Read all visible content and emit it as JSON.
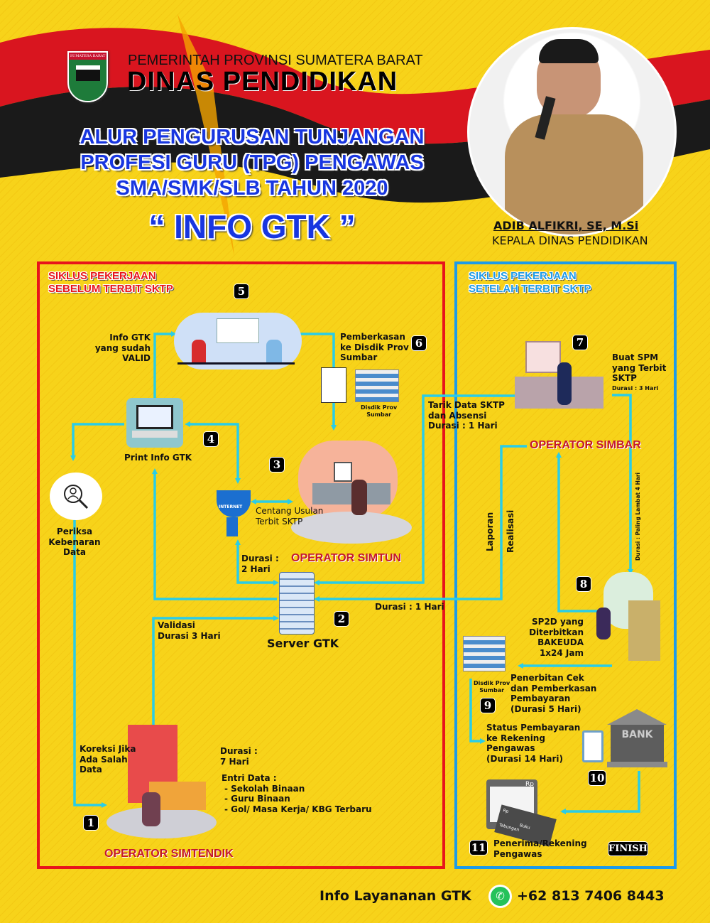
{
  "header": {
    "logo_text": "SUMATERA BARAT",
    "government": "PEMERINTAH PROVINSI SUMATERA BARAT",
    "agency": "DINAS PENDIDIKAN",
    "title_lines": [
      "ALUR PENGURUSAN TUNJANGAN",
      "PROFESI GURU (TPG) PENGAWAS",
      "SMA/SMK/SLB TAHUN 2020"
    ],
    "tagline": "“ INFO GTK ”"
  },
  "official": {
    "name": "ADIB ALFIKRI, SE, M.Si",
    "position": "KEPALA DINAS PENDIDIKAN"
  },
  "colors": {
    "accent_line": "#29cde8",
    "left_box": "#e8141b",
    "right_box": "#1e9be8",
    "title": "#1836e0",
    "operator": "#c4182c"
  },
  "left_section": {
    "title_lines": [
      "SIKLUS PEKERJAAN",
      "SEBELUM TERBIT SKTP"
    ],
    "steps": {
      "s1": "1",
      "s2": "2",
      "s3": "3",
      "s4": "4",
      "s5": "5",
      "s6": "6"
    },
    "labels": {
      "info_valid": [
        "Info GTK",
        "yang sudah",
        "VALID"
      ],
      "pemberkasan": [
        "Pemberkasan",
        "ke Disdik Prov",
        "Sumbar"
      ],
      "disdik": [
        "Disdik Prov",
        "Sumbar"
      ],
      "print_info": "Print Info GTK",
      "periksa": [
        "Periksa",
        "Kebenaran",
        "Data"
      ],
      "centang": [
        "Centang Usulan",
        "Terbit SKTP"
      ],
      "internet": "INTERNET",
      "durasi_2": [
        "Durasi :",
        "2 Hari"
      ],
      "operator_simtun": "OPERATOR SIMTUN",
      "validasi": [
        "Validasi",
        "Durasi 3 Hari"
      ],
      "server": "Server GTK",
      "durasi_1": "Durasi : 1 Hari",
      "koreksi": [
        "Koreksi Jika",
        "Ada Salah",
        "Data"
      ],
      "durasi_7": [
        "Durasi :",
        "7 Hari"
      ],
      "entri_title": "Entri Data :",
      "entri_items": [
        "- Sekolah Binaan",
        "- Guru Binaan",
        "- Gol/ Masa Kerja/ KBG Terbaru"
      ],
      "operator_simtendik": "OPERATOR SIMTENDIK"
    }
  },
  "right_section": {
    "title_lines": [
      "SIKLUS PEKERJAAN",
      "SETELAH TERBIT SKTP"
    ],
    "steps": {
      "s7": "7",
      "s8": "8",
      "s9": "9",
      "s10": "10",
      "s11": "11"
    },
    "labels": {
      "tarik": [
        "Tarik Data SKTP",
        "dan Absensi",
        "Durasi : 1 Hari"
      ],
      "buat_spm": [
        "Buat SPM",
        "yang Terbit",
        "SKTP"
      ],
      "durasi_3": "Durasi : 3 Hari",
      "operator_simbar": "OPERATOR SIMBAR",
      "laporan": "Laporan",
      "realisasi": "Realisasi",
      "durasi_4": "Durasi : Paling Lambat 4 Hari",
      "sp2d": [
        "SP2D yang",
        "Diterbitkan",
        "BAKEUDA",
        "1x24 Jam"
      ],
      "disdik": [
        "Disdik Prov",
        "Sumbar"
      ],
      "penerbitan": [
        "Penerbitan Cek",
        "dan Pemberkasan",
        "Pembayaran",
        "(Durasi 5 Hari)"
      ],
      "status": [
        "Status Pembayaran",
        "ke Rekening",
        "Pengawas",
        "(Durasi 14 Hari)"
      ],
      "bank": "BANK",
      "rp": "Rp",
      "buku": "Buku Tabungan",
      "penerima": [
        "Penerima/Rekening",
        "Pengawas"
      ],
      "finish": "FINISH"
    }
  },
  "footer": {
    "label": "Info Layananan GTK",
    "phone": "+62 813 7406 8443"
  }
}
